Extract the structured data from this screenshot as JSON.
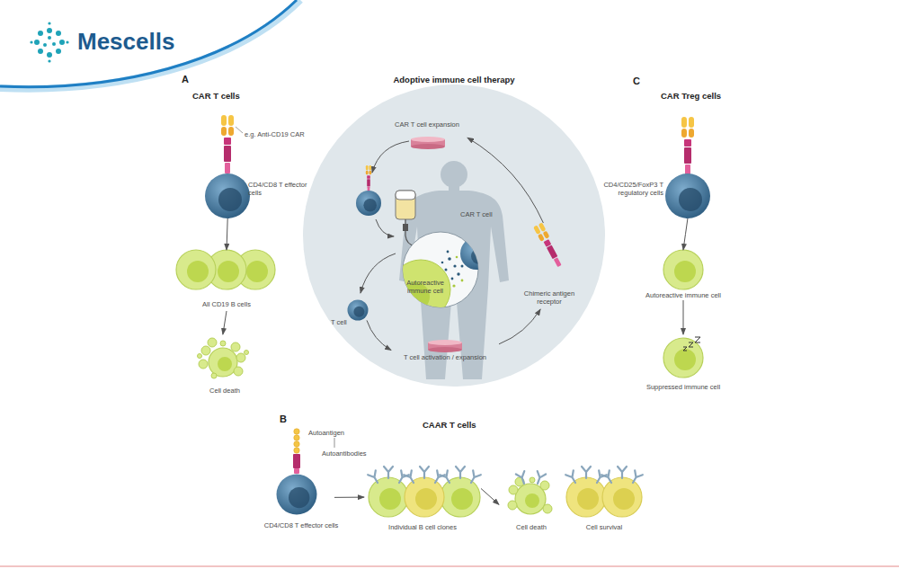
{
  "diagram": {
    "title": "Adoptive immune cell therapy",
    "nodes": [
      {
        "text": [
          "CD4/CD8 T effector cells"
        ]
      },
      {
        "text": [
          "All CD19 B cells"
        ]
      },
      {
        "text": [
          "Cell death"
        ]
      },
      {
        "text": [
          "CAR T cell expansion"
        ]
      },
      {
        "text": [
          "CAR T cell",
          "Autoreactive immune cell"
        ]
      },
      {
        "text": [
          "Chimeric antigen receptor"
        ]
      },
      {
        "text": [
          "T cell"
        ]
      },
      {
        "text": [
          "T cell activation / expansion"
        ]
      },
      {
        "text": [
          "CD4/CD25/FoxP3 T regulatory cells"
        ]
      },
      {
        "text": [
          "Autoreactive immune cell"
        ]
      },
      {
        "text": [
          "Suppressed immune cell"
        ]
      },
      {
        "text": [
          "CD4/CD8 T effector cells"
        ]
      },
      {
        "text": [
          "Individual B cell clones"
        ]
      },
      {
        "text": [
          "Cell death"
        ]
      },
      {
        "text": [
          "Cell survival"
        ]
      }
    ],
    "edges": [
      {
        "from": 0,
        "to": 1,
        "arrow": "to"
      },
      {
        "from": 1,
        "to": 2,
        "arrow": "to"
      },
      {
        "from": 6,
        "to": 7,
        "arrow": "to"
      },
      {
        "from": 7,
        "to": 5,
        "arrow": "to"
      },
      {
        "from": 5,
        "to": 3,
        "arrow": "to"
      },
      {
        "from": 8,
        "to": 9,
        "arrow": "to"
      },
      {
        "from": 9,
        "to": 10,
        "arrow": "to"
      },
      {
        "from": 11,
        "to": 12,
        "arrow": "to"
      },
      {
        "from": 12,
        "to": 13,
        "arrow": "to"
      }
    ],
    "labels": [
      "Mescells",
      "A",
      "CAR T cells",
      "e.g. Anti-CD19 CAR",
      "C",
      "CAR Treg cells",
      "B",
      "CAAR T cells",
      "Autoantigen",
      "Autoantibodies"
    ]
  }
}
